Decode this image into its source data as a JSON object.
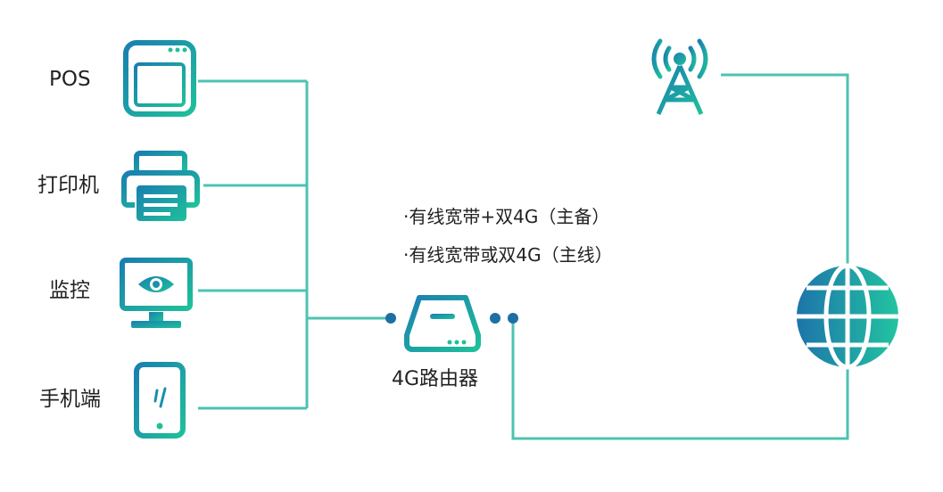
{
  "devices": [
    {
      "label": "POS",
      "icon": "pos-terminal-icon"
    },
    {
      "label": "打印机",
      "icon": "printer-icon"
    },
    {
      "label": "监控",
      "icon": "monitor-eye-icon"
    },
    {
      "label": "手机端",
      "icon": "mobile-phone-icon"
    }
  ],
  "modes": [
    "·有线宽带+双4G（主备）",
    "·有线宽带或双4G（主线）"
  ],
  "router": {
    "label": "4G路由器",
    "icon": "router-icon"
  },
  "tower": {
    "icon": "cell-tower-icon"
  },
  "globe": {
    "icon": "globe-icon"
  },
  "colors": {
    "line": "#4cc3b2",
    "dot": "#1e6fa3",
    "icon_start": "#1a7fb0",
    "icon_end": "#1fc09a",
    "text": "#222222"
  }
}
